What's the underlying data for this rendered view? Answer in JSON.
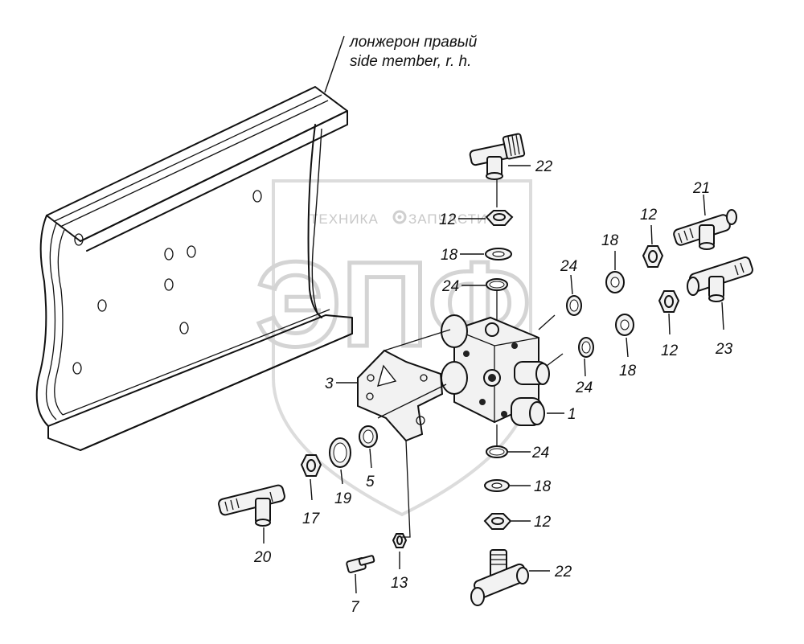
{
  "watermark": {
    "top_text": "ТЕХНИКА",
    "top_text_right": "ЗАПЧАСТИ",
    "big_text": "ЭПФ",
    "gear_icon": "gear-icon"
  },
  "caption": {
    "line1": "лонжерон правый",
    "line2": "side member, r. h."
  },
  "callouts": [
    {
      "id": "c22a",
      "text": "22"
    },
    {
      "id": "c12a",
      "text": "12"
    },
    {
      "id": "c18a",
      "text": "18"
    },
    {
      "id": "c24a",
      "text": "24"
    },
    {
      "id": "c24b",
      "text": "24"
    },
    {
      "id": "c24c",
      "text": "24"
    },
    {
      "id": "c24d",
      "text": "24"
    },
    {
      "id": "c1",
      "text": "1"
    },
    {
      "id": "c3",
      "text": "3"
    },
    {
      "id": "c5",
      "text": "5"
    },
    {
      "id": "c18b",
      "text": "18"
    },
    {
      "id": "c12b",
      "text": "12"
    },
    {
      "id": "c22b",
      "text": "22"
    },
    {
      "id": "c18c",
      "text": "18"
    },
    {
      "id": "c12c",
      "text": "12"
    },
    {
      "id": "c21",
      "text": "21"
    },
    {
      "id": "c18d",
      "text": "18"
    },
    {
      "id": "c12d",
      "text": "12"
    },
    {
      "id": "c23",
      "text": "23"
    },
    {
      "id": "c17",
      "text": "17"
    },
    {
      "id": "c19",
      "text": "19"
    },
    {
      "id": "c20",
      "text": "20"
    },
    {
      "id": "c13",
      "text": "13"
    },
    {
      "id": "c7",
      "text": "7"
    }
  ]
}
